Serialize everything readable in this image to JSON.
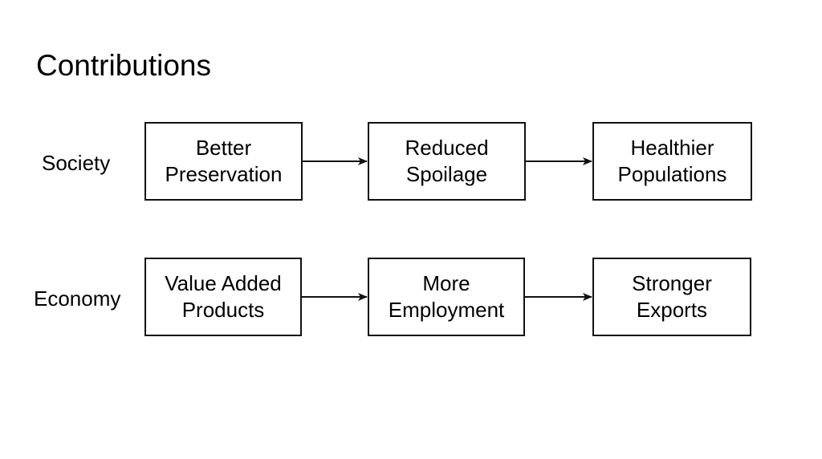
{
  "title": "Contributions",
  "rows": [
    {
      "label": "Society",
      "boxes": [
        "Better\nPreservation",
        "Reduced\nSpoilage",
        "Healthier\nPopulations"
      ]
    },
    {
      "label": "Economy",
      "boxes": [
        "Value Added\nProducts",
        "More\nEmployment",
        "Stronger\nExports"
      ]
    }
  ],
  "colors": {
    "stroke": "#111111",
    "background": "#ffffff",
    "text": "#000000"
  }
}
